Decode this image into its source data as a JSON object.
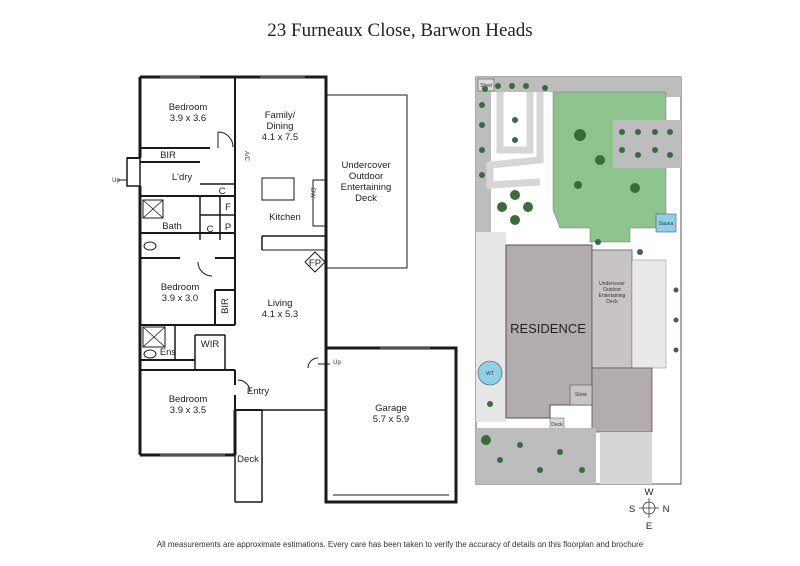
{
  "title": "23 Furneaux Close, Barwon Heads",
  "disclaimer": "All measurements are approximate estimations. Every care has been taken to verify the accuracy of details on this floorplan and brochure",
  "floor_plan": {
    "rooms": {
      "bedroom1": {
        "name": "Bedroom",
        "size": "3.9 x 3.6"
      },
      "family": {
        "name": "Family/",
        "name2": "Dining",
        "size": "4.1 x 7.5"
      },
      "bir1": "BIR",
      "ac": "A/C",
      "ldry": "L'dry",
      "c1": "C",
      "f": "F",
      "c2": "C",
      "p": "P",
      "bath": "Bath",
      "kitchen": "Kitchen",
      "dw": "DW",
      "deck_outdoor": [
        "Undercover",
        "Outdoor",
        "Entertaining",
        "Deck"
      ],
      "fp": "FP",
      "bedroom2": {
        "name": "Bedroom",
        "size": "3.9 x 3.0"
      },
      "bir2": "BIR",
      "living": {
        "name": "Living",
        "size": "4.1 x 5.3"
      },
      "ens": "Ens",
      "wir": "WIR",
      "bedroom3": {
        "name": "Bedroom",
        "size": "3.9 x 3.5"
      },
      "entry": "Entry",
      "garage": {
        "name": "Garage",
        "size": "5.7 x 5.9"
      },
      "deck": "Deck",
      "up1": "Up",
      "up2": "Up"
    }
  },
  "site_plan": {
    "residence": "RESIDENCE",
    "shed": "Shed",
    "sauna": "Sauna",
    "deck_labels": [
      "Undercover",
      "Outdoor",
      "Entertaining",
      "Deck"
    ],
    "wt": "WT",
    "store": "Store",
    "deck": "Deck"
  },
  "compass": {
    "w": "W",
    "s": "S",
    "n": "N",
    "e": "E"
  },
  "colors": {
    "wall": "#1a1a1a",
    "lawn": "#8fc48e",
    "residence": "#b2acac",
    "deck": "#d9d9d9",
    "path": "#e9e9e9",
    "tank": "#8ed0e6",
    "tree": "#3a6b3d"
  }
}
